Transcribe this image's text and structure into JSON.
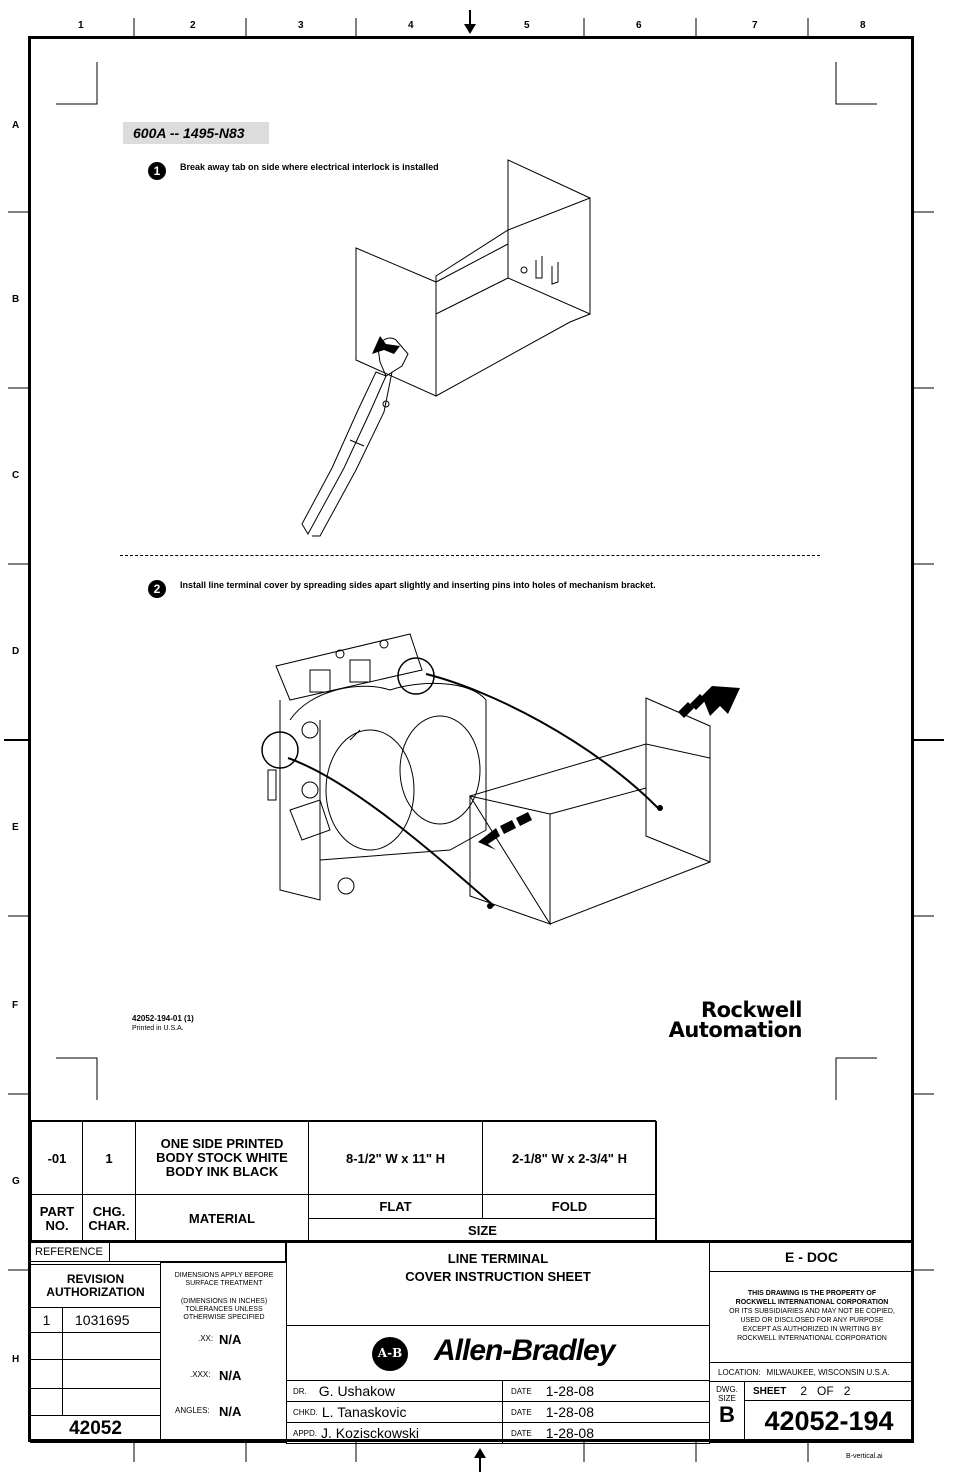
{
  "border": {
    "columns": [
      "1",
      "2",
      "3",
      "4",
      "5",
      "6",
      "7",
      "8"
    ],
    "rows": [
      "A",
      "B",
      "C",
      "D",
      "E",
      "F",
      "G",
      "H"
    ]
  },
  "header_label": "600A -- 1495-N83",
  "step1": {
    "num": "1",
    "text": "Break away tab on side where electrical interlock is installed"
  },
  "step2": {
    "num": "2",
    "text": "Install line terminal cover by spreading sides apart slightly and inserting pins into holes of mechanism bracket."
  },
  "doc_ref": {
    "number": "42052-194-01 (1)",
    "printed": "Printed in U.S.A."
  },
  "brand": {
    "line1": "Rockwell",
    "line2": "Automation"
  },
  "parts_table": {
    "part_no": "-01",
    "chg_char": "1",
    "material": [
      "ONE SIDE PRINTED",
      "BODY STOCK WHITE",
      "BODY INK BLACK"
    ],
    "flat": "8-1/2\" W x 11\" H",
    "fold": "2-1/8\" W x 2-3/4\" H",
    "headers": {
      "part_no": [
        "PART",
        "NO."
      ],
      "chg_char": [
        "CHG.",
        "CHAR."
      ],
      "material": "MATERIAL",
      "flat": "FLAT",
      "fold": "FOLD",
      "size": "SIZE"
    }
  },
  "title_block": {
    "reference": "REFERENCE",
    "revision_authorization": [
      "REVISION",
      "AUTHORIZATION"
    ],
    "rev_number": "1",
    "rev_auth": "1031695",
    "rev_footer": "42052",
    "dims_note": [
      "DIMENSIONS APPLY BEFORE",
      "SURFACE TREATMENT"
    ],
    "dims_note2": [
      "(DIMENSIONS IN INCHES)",
      "TOLERANCES UNLESS",
      "OTHERWISE SPECIFIED"
    ],
    "tol_xx": {
      "label": ".XX:",
      "value": "N/A"
    },
    "tol_xxx": {
      "label": ".XXX:",
      "value": "N/A"
    },
    "tol_angles": {
      "label": "ANGLES:",
      "value": "N/A"
    },
    "title": [
      "LINE TERMINAL",
      "COVER INSTRUCTION SHEET"
    ],
    "ab_logo": "A-B",
    "ab_brand": "Allen-Bradley",
    "dr": {
      "label": "DR.",
      "name": "G. Ushakow",
      "date_label": "DATE",
      "date": "1-28-08"
    },
    "chkd": {
      "label": "CHKD.",
      "name": "L. Tanaskovic",
      "date_label": "DATE",
      "date": "1-28-08"
    },
    "appd": {
      "label": "APPD.",
      "name": "J. Kozisckowski",
      "date_label": "DATE",
      "date": "1-28-08"
    },
    "edoc": "E - DOC",
    "property": [
      "THIS DRAWING IS THE PROPERTY OF",
      "ROCKWELL INTERNATIONAL CORPORATION",
      "OR ITS SUBSIDIARIES AND MAY NOT BE COPIED,",
      "USED OR DISCLOSED FOR ANY PURPOSE",
      "EXCEPT AS AUTHORIZED IN WRITING BY",
      "ROCKWELL INTERNATIONAL CORPORATION"
    ],
    "location_label": "LOCATION:",
    "location": "MILWAUKEE,  WISCONSIN  U.S.A.",
    "dwg_size_label": [
      "DWG.",
      "SIZE"
    ],
    "dwg_size": "B",
    "sheet_label": "SHEET",
    "sheet": "2",
    "of_label": "OF",
    "of": "2",
    "dwg_number": "42052-194"
  },
  "file_name": "B-vertical.ai"
}
